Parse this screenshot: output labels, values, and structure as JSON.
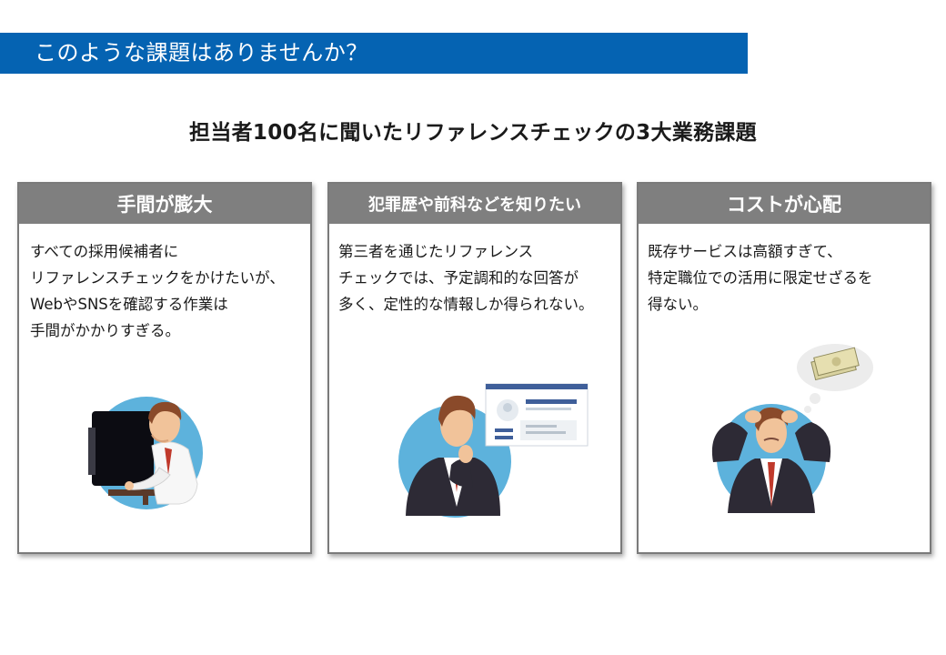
{
  "header": {
    "title": "このような課題はありませんか？"
  },
  "subtitle": "担当者100名に聞いたリファレンスチェックの3大業務課題",
  "cards": [
    {
      "title": "手間が膨大",
      "lines": [
        "すべての採用候補者に",
        "リファレンスチェックをかけたいが、",
        "WebやSNSを確認する作業は",
        "手間がかかりすぎる。"
      ],
      "illustration_icon": "man-at-computer-icon"
    },
    {
      "title": "犯罪歴や前科などを知りたい",
      "lines": [
        "第三者を通じたリファレンス",
        "チェックでは、予定調和的な回答が",
        "多く、定性的な情報しか得られない。"
      ],
      "illustration_icon": "thinking-man-profile-icon"
    },
    {
      "title": "コストが心配",
      "lines": [
        "既存サービスは高額すぎて、",
        "特定職位での活用に限定せざるを",
        "得ない。"
      ],
      "illustration_icon": "worried-man-money-icon"
    }
  ],
  "colors": {
    "header_bar": "#0563b2",
    "card_head": "#7f7f7f",
    "illus_circle": "#5db2dc"
  }
}
